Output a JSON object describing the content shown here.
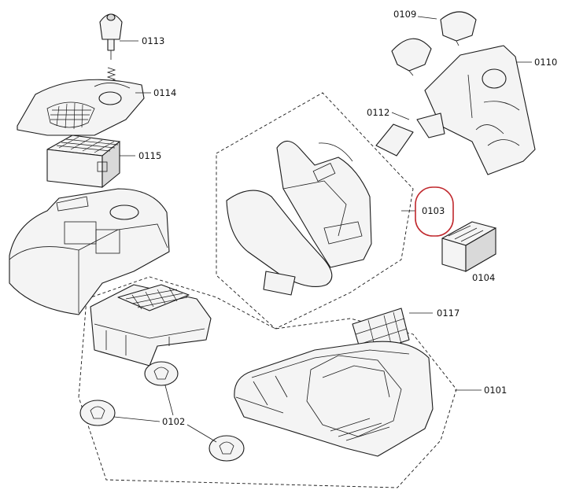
{
  "colors": {
    "line": "#1a1a1a",
    "highlight": "#c0282d",
    "background": "#ffffff"
  },
  "labels": {
    "p0101": "0101",
    "p0102": "0102",
    "p0103": "0103",
    "p0104": "0104",
    "p0109": "0109",
    "p0110": "0110",
    "p0112": "0112",
    "p0113": "0113",
    "p0114": "0114",
    "p0115": "0115",
    "p0117": "0117"
  },
  "highlighted_part": "0103"
}
